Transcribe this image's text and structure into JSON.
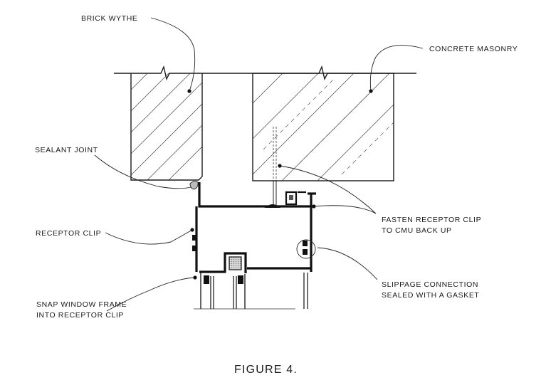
{
  "labels": {
    "brick_wythe": "BRICK WYTHE",
    "concrete_masonry": "CONCRETE MASONRY",
    "sealant_joint": "SEALANT JOINT",
    "receptor_clip": "RECEPTOR CLIP",
    "fasten_line1": "FASTEN RECEPTOR CLIP",
    "fasten_line2": "TO CMU BACK UP",
    "slippage_line1": "SLIPPAGE CONNECTION",
    "slippage_line2": "SEALED WITH A GASKET",
    "snap_line1": "SNAP WINDOW FRAME",
    "snap_line2": "INTO RECEPTOR CLIP"
  },
  "caption": "FIGURE 4."
}
